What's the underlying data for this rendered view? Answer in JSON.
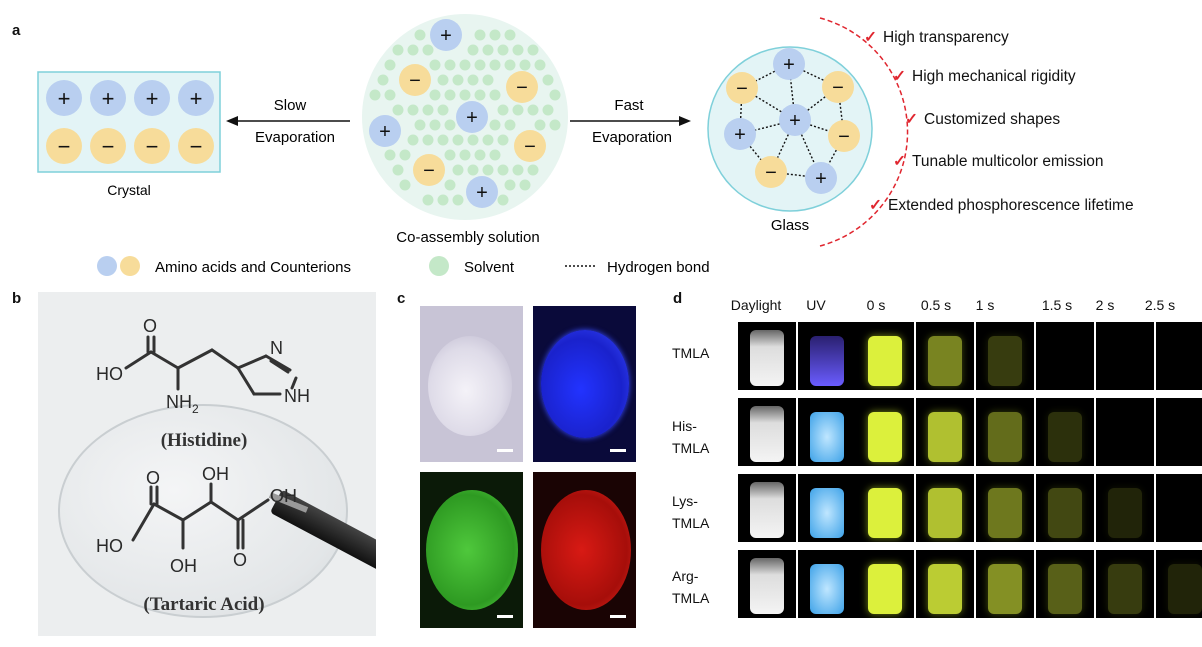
{
  "panels": {
    "a": "a",
    "b": "b",
    "c": "c",
    "d": "d"
  },
  "panel_a": {
    "crystal_label": "Crystal",
    "slow_line1": "Slow",
    "slow_line2": "Evaporation",
    "fast_line1": "Fast",
    "fast_line2": "Evaporation",
    "solution_label": "Co-assembly solution",
    "glass_label": "Glass",
    "plus_sign": "+",
    "minus_sign": "−",
    "properties": [
      "High transparency",
      "High  mechanical rigidity",
      "Customized shapes",
      "Tunable multicolor emission",
      "Extended phosphorescence lifetime"
    ],
    "check_mark": "✓",
    "legend": {
      "ions": "Amino acids and Counterions",
      "solvent": "Solvent",
      "hbond": "Hydrogen bond"
    },
    "colors": {
      "cation": "#b9cff0",
      "anion": "#f7dc9a",
      "solvent": "#c4e8c8",
      "box": "#e3f4f6",
      "box_border": "#7fd0da",
      "accent_red": "#e0262f"
    }
  },
  "panel_b": {
    "histidine_name": "(Histidine)",
    "tartaric_name": "(Tartaric Acid)",
    "atoms": {
      "O": "O",
      "HO": "HO",
      "NH2": "NH",
      "NH2_sub": "2",
      "N": "N",
      "NH": "NH",
      "OH": "OH"
    }
  },
  "panel_c": {
    "tiles": [
      "white-light",
      "blue-emission",
      "green-emission",
      "red-emission"
    ]
  },
  "panel_d": {
    "columns": [
      "Daylight",
      "UV",
      "0 s",
      "0.5 s",
      "1 s",
      "1.5 s",
      "2 s",
      "2.5 s"
    ],
    "rows": [
      {
        "line1": "TMLA",
        "line2": ""
      },
      {
        "line1": "His-",
        "line2": "TMLA"
      },
      {
        "line1": "Lys-",
        "line2": "TMLA"
      },
      {
        "line1": "Arg-",
        "line2": "TMLA"
      }
    ],
    "afterglow_intensity": [
      [
        1.0,
        0.55,
        0.25,
        0.0,
        0.0,
        0.0
      ],
      [
        1.0,
        0.8,
        0.45,
        0.2,
        0.0,
        0.0
      ],
      [
        1.0,
        0.8,
        0.5,
        0.3,
        0.15,
        0.0
      ],
      [
        1.0,
        0.85,
        0.6,
        0.4,
        0.25,
        0.15
      ]
    ]
  }
}
